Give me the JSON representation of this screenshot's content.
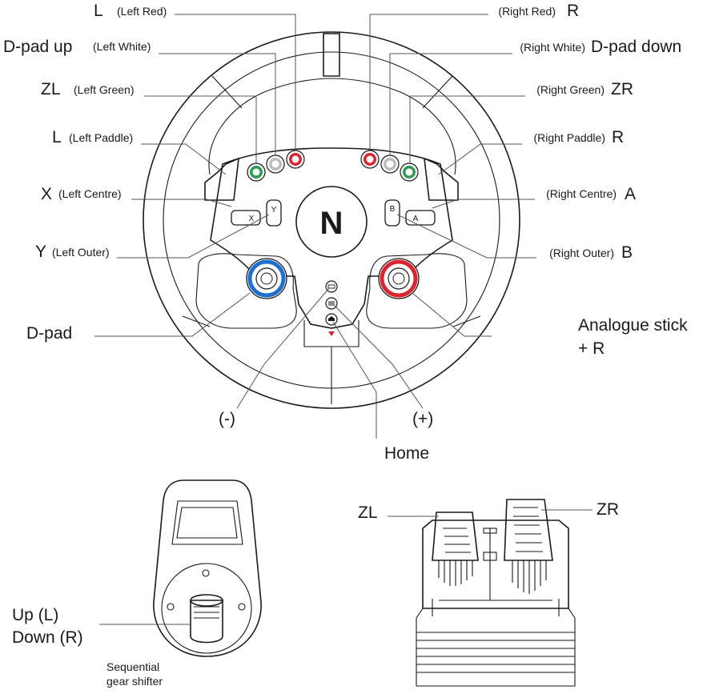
{
  "wheel": {
    "logo": "N",
    "labels": {
      "l_red": {
        "main": "L",
        "sub": "(Left Red)"
      },
      "r_red": {
        "main": "R",
        "sub": "(Right Red)"
      },
      "l_white": {
        "main": "D-pad up",
        "sub": "(Left White)"
      },
      "r_white": {
        "main": "D-pad down",
        "sub": "(Right White)"
      },
      "l_green": {
        "main": "ZL",
        "sub": "(Left Green)"
      },
      "r_green": {
        "main": "ZR",
        "sub": "(Right Green)"
      },
      "l_paddle": {
        "main": "L",
        "sub": "(Left Paddle)"
      },
      "r_paddle": {
        "main": "R",
        "sub": "(Right Paddle)"
      },
      "l_centre": {
        "main": "X",
        "sub": "(Left Centre)"
      },
      "r_centre": {
        "main": "A",
        "sub": "(Right Centre)"
      },
      "l_outer": {
        "main": "Y",
        "sub": "(Left Outer)"
      },
      "r_outer": {
        "main": "B",
        "sub": "(Right Outer)"
      },
      "dpad": "D-pad",
      "stick_line1": "Analogue stick",
      "stick_line2": "+ R",
      "minus": "(-)",
      "plus": "(+)",
      "home": "Home"
    },
    "button_glyphs": {
      "y": "Y",
      "x": "X",
      "b": "B",
      "a": "A"
    }
  },
  "shifter": {
    "up": "Up (L)",
    "down": "Down (R)",
    "caption_line1": "Sequential",
    "caption_line2": "gear shifter"
  },
  "pedals": {
    "left": "ZL",
    "right": "ZR"
  },
  "colors": {
    "red": "#d9252f",
    "green": "#2e9b4e",
    "white": "#d8d8d8",
    "blue": "#1e6fd0",
    "stick_red": "#d9252f",
    "home_arrow": "#d9252f"
  }
}
